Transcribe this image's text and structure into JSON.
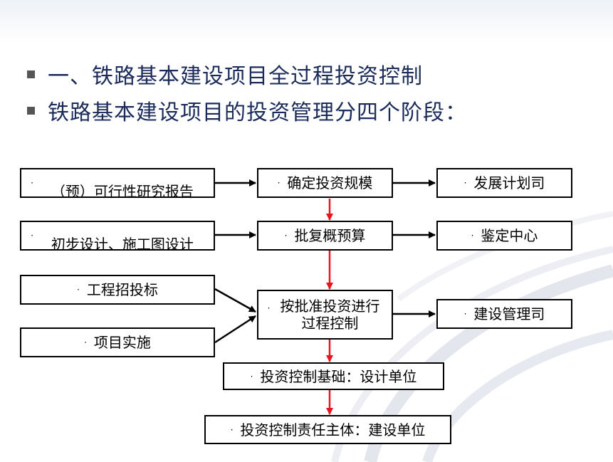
{
  "bullets": [
    "一、铁路基本建设项目全过程投资控制",
    "铁路基本建设项目的投资管理分四个阶段："
  ],
  "diagram": {
    "left_boxes": [
      "（预）可行性研究报告",
      "初步设计、施工图设计",
      "工程招投标",
      "项目实施"
    ],
    "middle_boxes": [
      "确定投资规模",
      "批复概预算",
      "按批准投资进行过程控制"
    ],
    "right_boxes": [
      "发展计划司",
      "鉴定中心",
      "建设管理司"
    ],
    "bottom_boxes": [
      "投资控制基础：设计单位",
      "投资控制责任主体：建设单位"
    ],
    "bullet_glyph": "·"
  },
  "colors": {
    "title_text": "#1a2b5a",
    "box_border": "#000000",
    "arrow_black": "#000000",
    "arrow_red": "#e8141b",
    "bullet_square": "#555555"
  }
}
